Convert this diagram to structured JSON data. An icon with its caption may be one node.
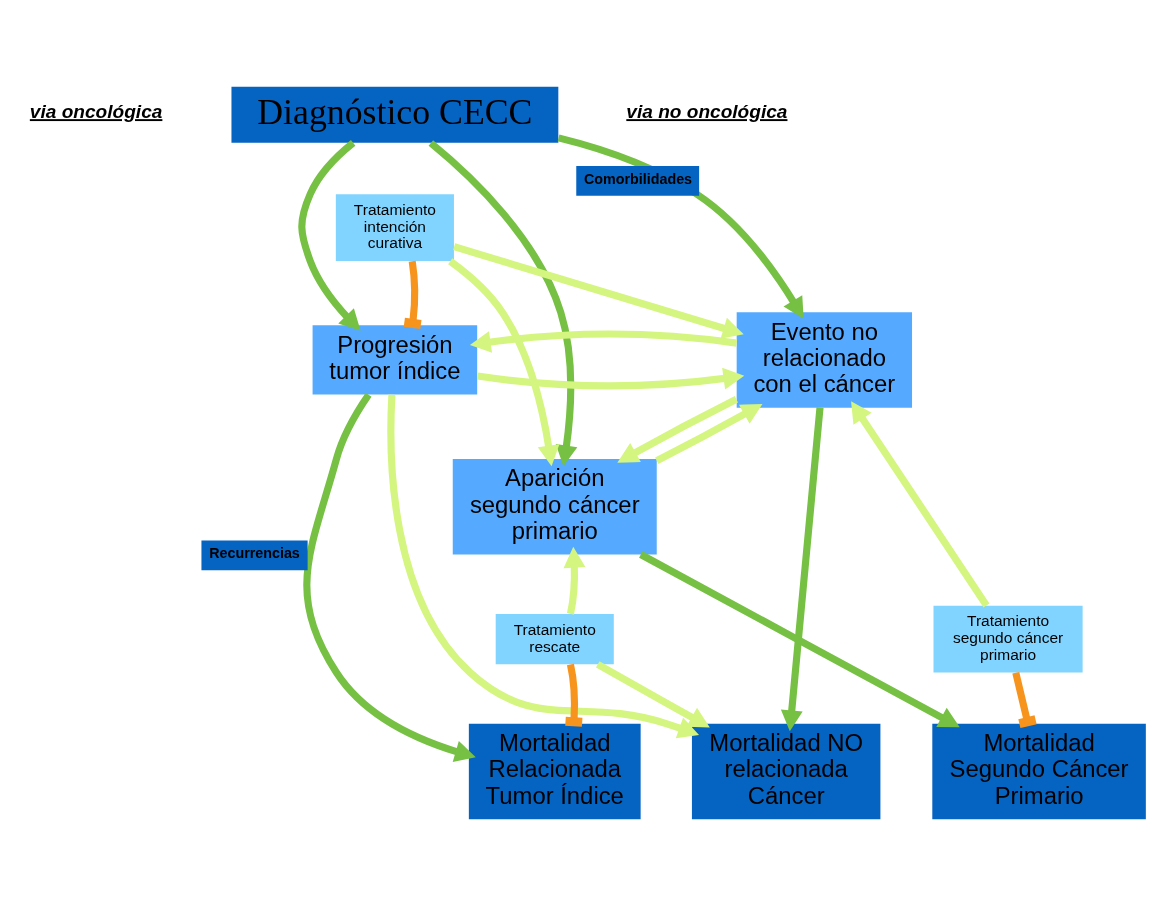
{
  "diagram": {
    "nodes": [
      {
        "text": [
          "Diagnóstico CECC"
        ]
      },
      {
        "text": [
          "Progresión tumor índice"
        ]
      },
      {
        "text": [
          "Evento no relacionado con el cáncer"
        ]
      },
      {
        "text": [
          "Tratamiento intención curativa"
        ]
      },
      {
        "text": [
          "Aparición segundo cáncer primario"
        ]
      },
      {
        "text": [
          "Tratamiento rescate"
        ]
      },
      {
        "text": [
          "Tratamiento segundo cáncer primario"
        ]
      },
      {
        "text": [
          "Mortalidad Relacionada Tumor Índice"
        ]
      },
      {
        "text": [
          "Mortalidad Segundo Cáncer Primario"
        ]
      },
      {
        "text": [
          "Mortalidad NO relacionada Cáncer"
        ]
      }
    ],
    "edges": [
      {
        "from": 0,
        "to": 1,
        "arrow": "to",
        "color": "#76c043"
      },
      {
        "from": 0,
        "to": 4,
        "arrow": "to",
        "color": "#76c043"
      },
      {
        "from": 0,
        "to": 2,
        "arrow": "to",
        "color": "#76c043",
        "label": "Comorbilidades"
      },
      {
        "from": 3,
        "to": 2,
        "arrow": "to"
      },
      {
        "from": 3,
        "to": 1,
        "arrow": "other",
        "color": "#f7941d"
      },
      {
        "from": 3,
        "to": 4,
        "arrow": "to"
      },
      {
        "from": 1,
        "to": 2,
        "arrow": "to"
      },
      {
        "from": 2,
        "to": 1,
        "arrow": "to"
      },
      {
        "from": 1,
        "to": 7,
        "arrow": "to",
        "color": "#76c043",
        "label": "Recurrencias"
      },
      {
        "from": 1,
        "to": 9,
        "arrow": "to"
      },
      {
        "from": 2,
        "to": 4,
        "arrow": "to"
      },
      {
        "from": 4,
        "to": 2,
        "arrow": "to"
      },
      {
        "from": 5,
        "to": 4,
        "arrow": "to"
      },
      {
        "from": 5,
        "to": 9,
        "arrow": "to"
      },
      {
        "from": 5,
        "to": 7,
        "arrow": "other",
        "color": "#f7941d"
      },
      {
        "from": 4,
        "to": 8,
        "arrow": "to",
        "color": "#76c043"
      },
      {
        "from": 6,
        "to": 2,
        "arrow": "to"
      },
      {
        "from": 6,
        "to": 8,
        "arrow": "other",
        "color": "#f7941d"
      },
      {
        "from": 2,
        "to": 9,
        "arrow": "to",
        "color": "#76c043"
      }
    ],
    "labels": [
      "via oncológica",
      "via no oncológica"
    ]
  }
}
